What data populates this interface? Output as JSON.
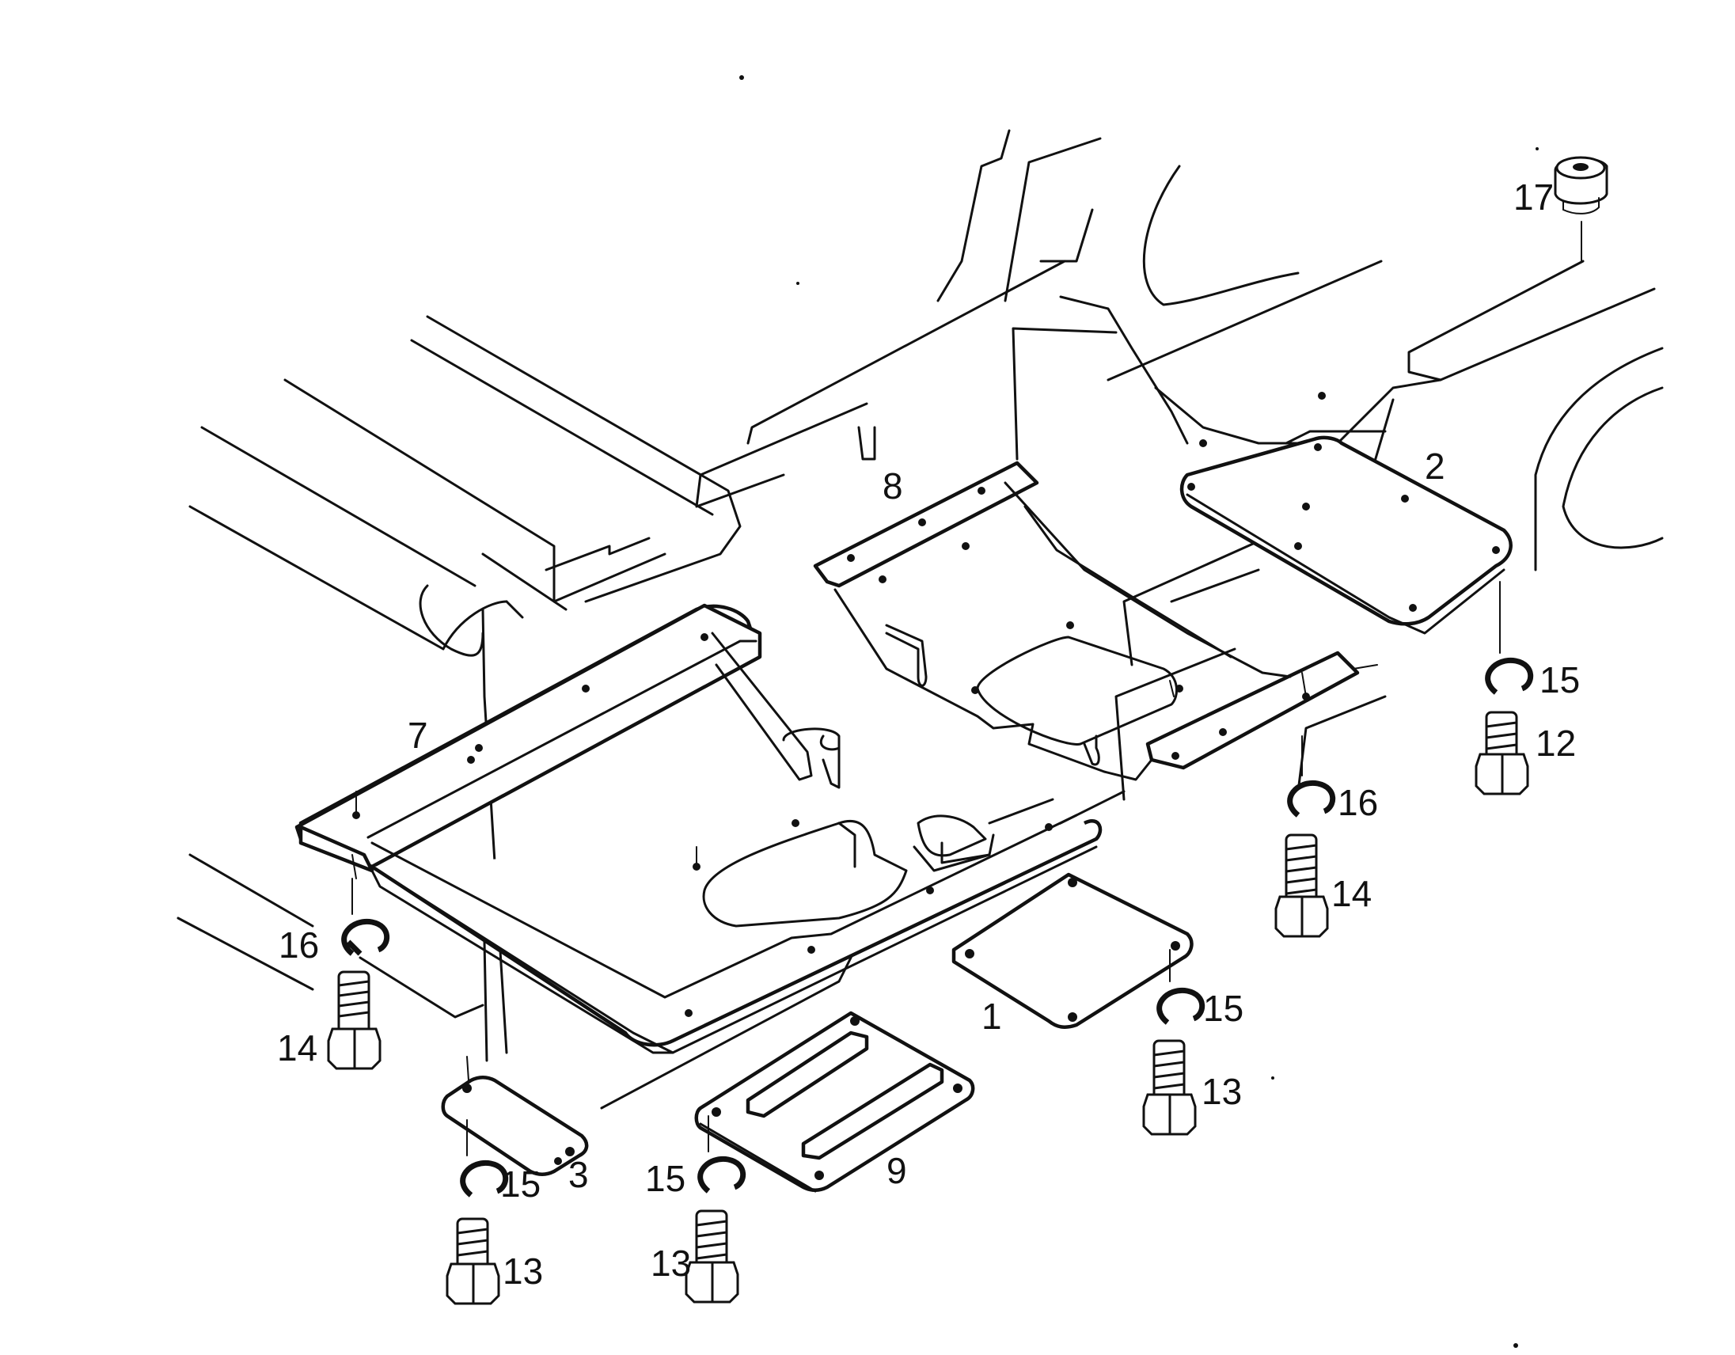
{
  "labels": {
    "p1": "1",
    "p2": "2",
    "p3": "3",
    "p7": "7",
    "p8": "8",
    "p9": "9",
    "p12": "12",
    "p13a": "13",
    "p13b": "13",
    "p13c": "13",
    "p14a": "14",
    "p14b": "14",
    "p15a": "15",
    "p15b": "15",
    "p15c": "15",
    "p15d": "15",
    "p16a": "16",
    "p16b": "16",
    "p17": "17"
  },
  "colors": {
    "ink": "#111111",
    "paper": "#ffffff"
  }
}
